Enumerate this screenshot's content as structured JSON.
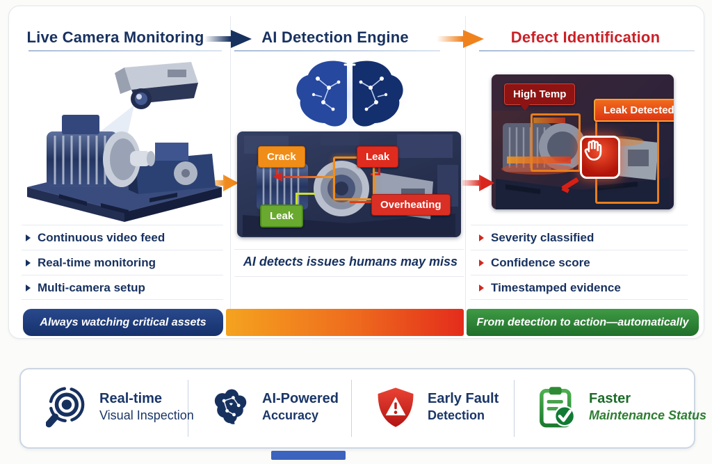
{
  "columns": [
    {
      "header": "Live Camera Monitoring",
      "bullets": [
        "Continuous video feed",
        "Real-time monitoring",
        "Multi-camera setup"
      ],
      "footer": "Always watching critical assets"
    },
    {
      "header": "AI Detection Engine",
      "defect_labels": {
        "crack": "Crack",
        "leak": "Leak",
        "overheating": "Overheating",
        "leak_secondary": "Leak"
      },
      "caption": "AI detects issues humans may miss"
    },
    {
      "header": "Defect Identification",
      "defect_labels": {
        "high_temp": "High Temp",
        "leak_detected": "Leak Detected"
      },
      "bullets": [
        "Severity classified",
        "Confidence score",
        "Timestamped evidence"
      ],
      "footer": "From detection to action—automatically"
    }
  ],
  "features": [
    {
      "icon": "magnifier-lens-icon",
      "title": "Real-time",
      "subtitle": "Visual Inspection"
    },
    {
      "icon": "brain-icon",
      "title": "AI-Powered",
      "subtitle": "Accuracy"
    },
    {
      "icon": "shield-warning-icon",
      "title": "Early Fault",
      "subtitle": "Detection"
    },
    {
      "icon": "clipboard-check-icon",
      "title": "Faster",
      "subtitle": "Maintenance Status"
    }
  ],
  "colors": {
    "navy_text": "#17315f",
    "header_red": "#cc2027",
    "footer_navy": "#16316b",
    "footer_orange_start": "#f5a31f",
    "footer_orange_end": "#e42c1c",
    "footer_green": "#2e7d32",
    "label_orange": "#f08d18",
    "label_red": "#e02b1f",
    "label_green": "#6aa92f",
    "high_temp_red": "#8e1414",
    "leak_detected_orange": "#e8471c",
    "accent_blue_bar": "#3c63bd"
  }
}
